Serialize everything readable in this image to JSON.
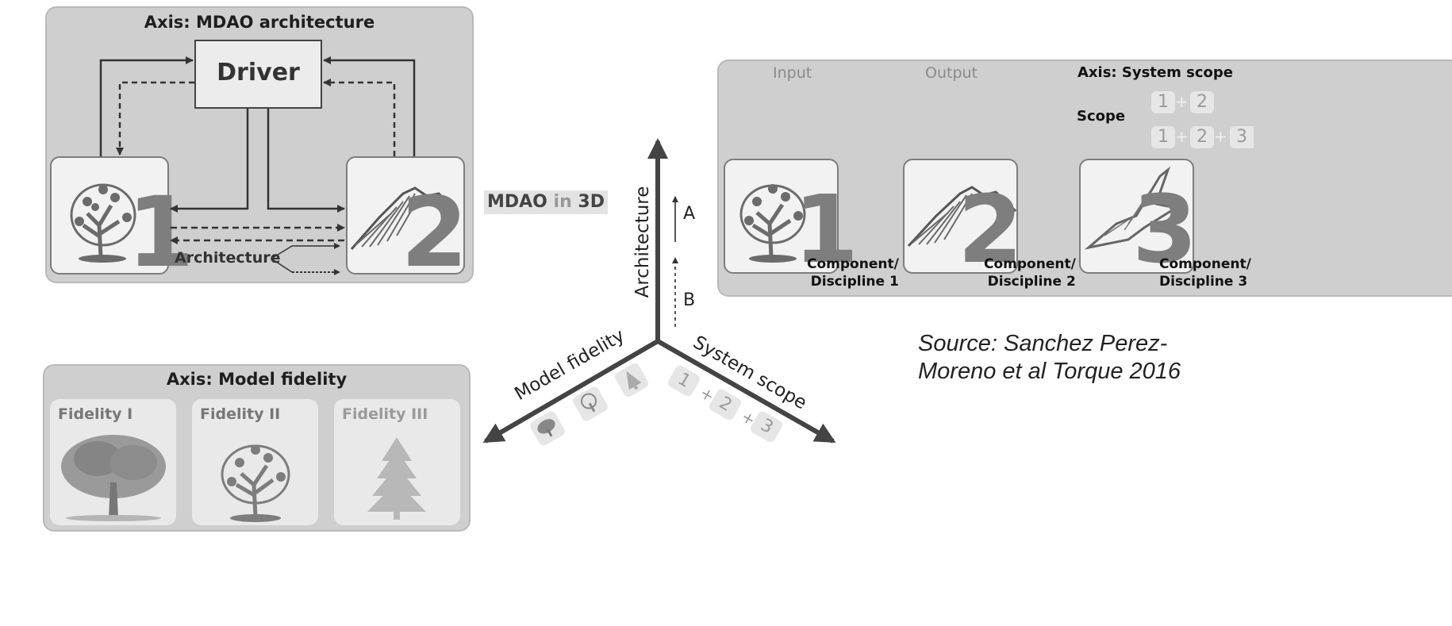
{
  "mdao_panel": {
    "title": "Axis: MDAO architecture",
    "driver": "Driver",
    "num1": "1",
    "num2": "2",
    "architecture_label": "Architecture"
  },
  "center_label": {
    "mdao": "MDAO",
    "in": "in",
    "three_d": "3D"
  },
  "axes": {
    "architecture": "Architecture",
    "model_fidelity": "Model fidelity",
    "system_scope": "System scope",
    "a": "A",
    "b": "B",
    "scope_chips": [
      "1",
      "+",
      "2",
      "+",
      "3"
    ]
  },
  "scope_panel": {
    "title": "Axis: System scope",
    "input": "Input",
    "output": "Output",
    "scope_label": "Scope",
    "row1": [
      "1",
      "+",
      "2"
    ],
    "row2": [
      "1",
      "+",
      "2",
      "+",
      "3"
    ],
    "nums": [
      "1",
      "2",
      "3"
    ],
    "components": [
      {
        "line1": "Component/",
        "line2": "Discipline 1"
      },
      {
        "line1": "Component/",
        "line2": "Discipline 2"
      },
      {
        "line1": "Component/",
        "line2": "Discipline 3"
      }
    ]
  },
  "fidelity_panel": {
    "title": "Axis: Model fidelity",
    "cards": [
      "Fidelity I",
      "Fidelity II",
      "Fidelity III"
    ]
  },
  "source": {
    "line1": "Source: Sanchez Perez-",
    "line2": "Moreno et al Torque 2016"
  }
}
